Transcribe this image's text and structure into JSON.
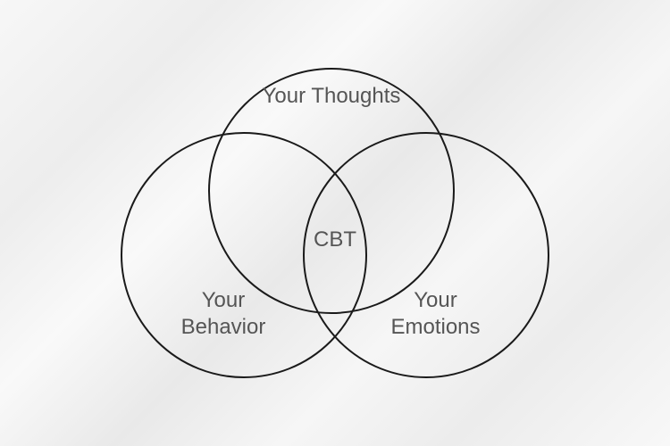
{
  "diagram": {
    "thoughts": "Your Thoughts",
    "behavior": "Your Behavior",
    "emotions": "Your Emotions",
    "center": "CBT"
  },
  "colors": {
    "stroke": "#1a1a1a",
    "text": "#555555"
  }
}
